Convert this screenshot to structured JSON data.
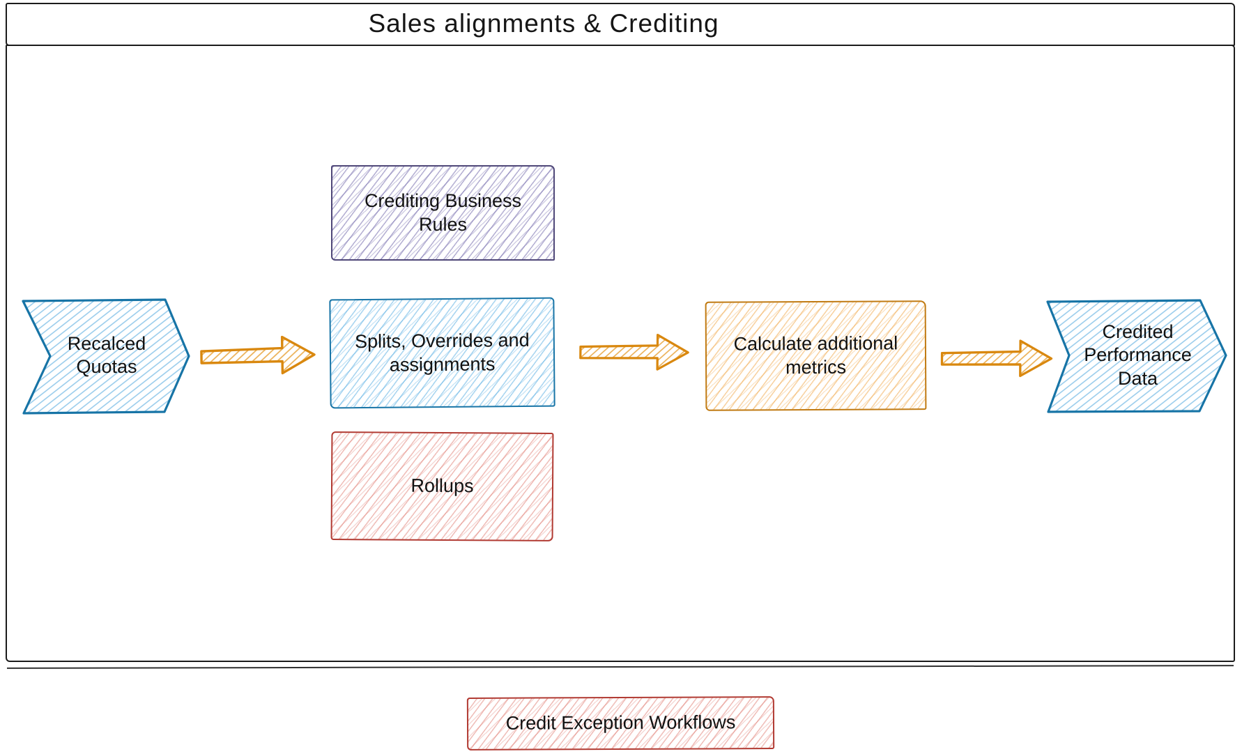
{
  "title": "Sales alignments & Crediting",
  "nodes": {
    "input": {
      "label": "Recalced Quotas",
      "shape": "chevron",
      "color": "blue"
    },
    "rules": {
      "label": "Crediting Business Rules",
      "shape": "rect",
      "color": "violet"
    },
    "splits": {
      "label": "Splits, Overrides and assignments",
      "shape": "rect",
      "color": "blue"
    },
    "rollups": {
      "label": "Rollups",
      "shape": "rect",
      "color": "red"
    },
    "metrics": {
      "label": "Calculate additional metrics",
      "shape": "rect",
      "color": "orange"
    },
    "output": {
      "label": "Credited Performance Data",
      "shape": "chevron",
      "color": "blue"
    },
    "exceptions": {
      "label": "Credit Exception Workflows",
      "shape": "rect",
      "color": "red"
    }
  },
  "connectors": [
    {
      "from": "input",
      "to": "splits",
      "type": "arrow-right",
      "color": "orange"
    },
    {
      "from": "splits",
      "to": "metrics",
      "type": "arrow-right",
      "color": "orange"
    },
    {
      "from": "metrics",
      "to": "output",
      "type": "arrow-right",
      "color": "orange"
    }
  ],
  "colors": {
    "ink": "#1b1b1b",
    "blue_stroke": "#1774a6",
    "violet_stroke": "#4f4778",
    "red_stroke": "#b13a32",
    "orange_box_stroke": "#c07a12",
    "orange_arrow_stroke": "#d9880f"
  }
}
